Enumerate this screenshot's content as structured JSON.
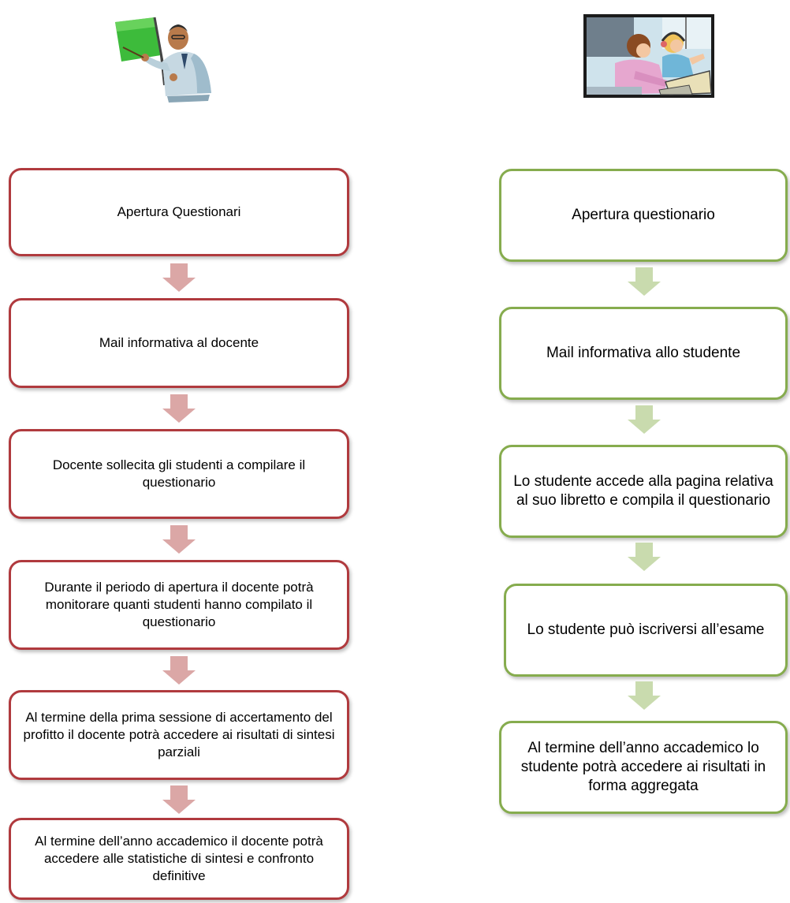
{
  "colors": {
    "left_border": "#b03a3e",
    "right_border": "#86ac4e",
    "left_arrow": "#dba7a6",
    "right_arrow": "#c9dbae"
  },
  "icons": {
    "teacher": "teacher-clipart-icon",
    "student": "students-at-computer-clipart-icon"
  },
  "teacher_flow": {
    "steps": [
      "Apertura Questionari",
      "Mail informativa al docente",
      "Docente sollecita gli studenti a compilare il questionario",
      "Durante il periodo di apertura il docente potrà monitorare quanti studenti hanno compilato il questionario",
      "Al termine della prima sessione di accertamento del profitto il docente potrà accedere ai risultati di sintesi parziali",
      "Al termine dell’anno accademico il docente potrà accedere alle statistiche di sintesi e confronto definitive"
    ]
  },
  "student_flow": {
    "steps": [
      "Apertura questionario",
      "Mail informativa allo studente",
      "Lo studente accede alla pagina relativa al suo libretto e compila il questionario",
      "Lo studente può iscriversi all’esame",
      "Al termine dell’anno accademico lo studente  potrà accedere ai risultati in forma aggregata"
    ]
  }
}
